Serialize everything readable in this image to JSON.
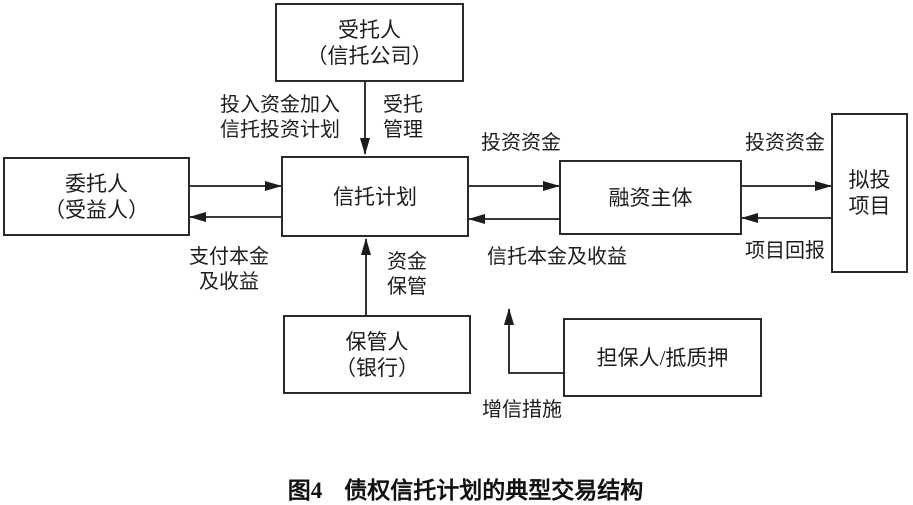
{
  "nodes": {
    "trustee": {
      "label": "受托人\n（信托公司）"
    },
    "principal": {
      "label": "委托人\n（受益人）"
    },
    "trust_plan": {
      "label": "信托计划"
    },
    "financing": {
      "label": "融资主体"
    },
    "project": {
      "label": "拟投\n项目"
    },
    "custodian": {
      "label": "保管人\n（银行）"
    },
    "guarantor": {
      "label": "担保人/抵质押"
    }
  },
  "edges": {
    "invest_join": "投入资金加入\n信托投资计划",
    "entrusted_mgmt": "受托\n管理",
    "invest_funds_1": "投资资金",
    "invest_funds_2": "投资资金",
    "pay_principal": "支付本金\n及收益",
    "trust_return": "信托本金及收益",
    "project_return": "项目回报",
    "fund_custody": "资金\n保管",
    "credit_enhancement": "增信措施"
  },
  "caption": {
    "tag": "图4",
    "title": "债权信托计划的典型交易结构"
  },
  "colors": {
    "line": "#1c1c1c",
    "background": "#ffffff",
    "text": "#1c1c1c"
  }
}
